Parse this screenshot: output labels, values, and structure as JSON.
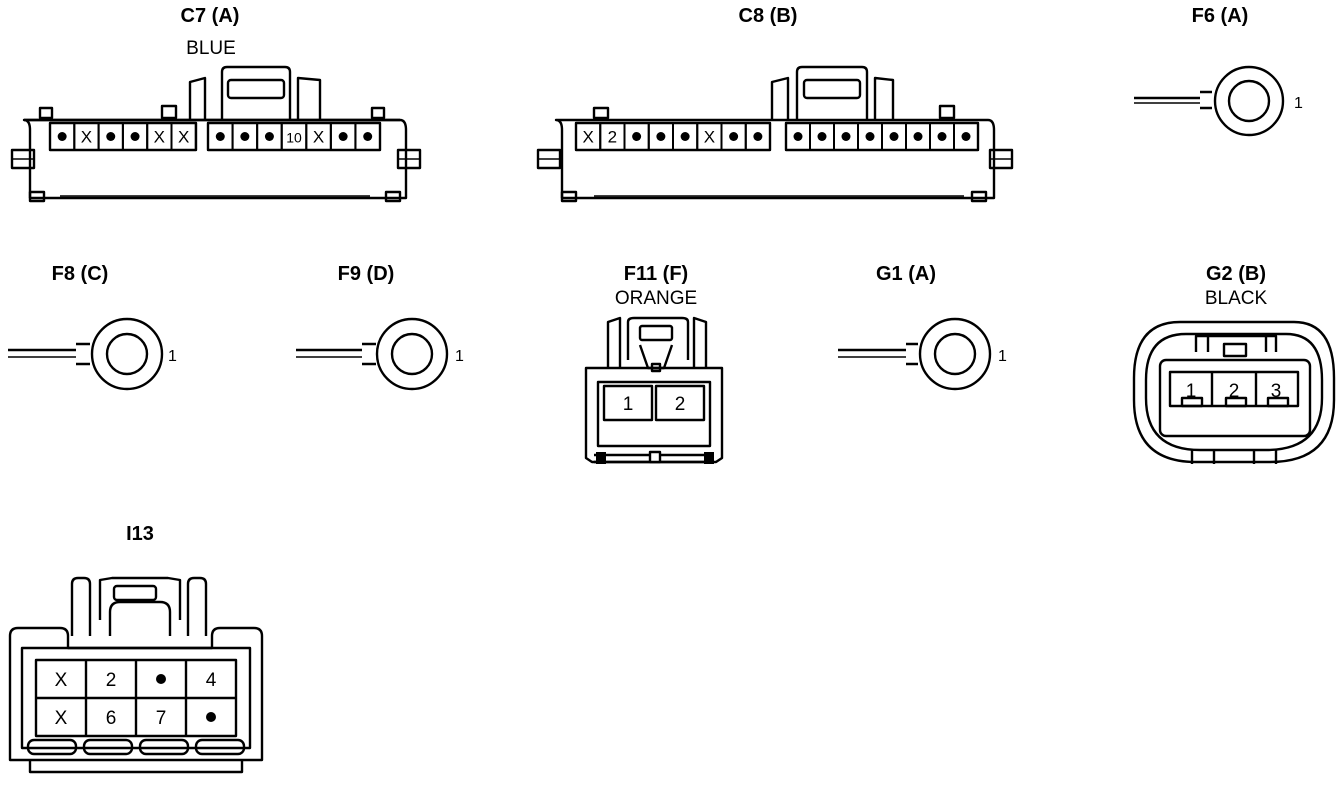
{
  "connectors": {
    "c7": {
      "title": "C7 (A)",
      "color": "BLUE",
      "pins": [
        "•",
        "X",
        "•",
        "•",
        "X",
        "X",
        "•",
        "•",
        "•",
        "10",
        "X",
        "•",
        "•"
      ]
    },
    "c8": {
      "title": "C8 (B)",
      "pins": [
        "X",
        "2",
        "•",
        "•",
        "•",
        "X",
        "•",
        "•",
        "•",
        "•",
        "•",
        "•",
        "•",
        "•",
        "•",
        "•"
      ]
    },
    "f6": {
      "title": "F6 (A)",
      "terminal": "1"
    },
    "f8": {
      "title": "F8 (C)",
      "terminal": "1"
    },
    "f9": {
      "title": "F9 (D)",
      "terminal": "1"
    },
    "f11": {
      "title": "F11 (F)",
      "color": "ORANGE",
      "pins": [
        "1",
        "2"
      ]
    },
    "g1": {
      "title": "G1 (A)",
      "terminal": "1"
    },
    "g2": {
      "title": "G2 (B)",
      "color": "BLACK",
      "pins": [
        "1",
        "2",
        "3"
      ]
    },
    "i13": {
      "title": "I13",
      "pins": [
        "X",
        "2",
        "•",
        "4",
        "X",
        "6",
        "7",
        "•"
      ]
    }
  }
}
